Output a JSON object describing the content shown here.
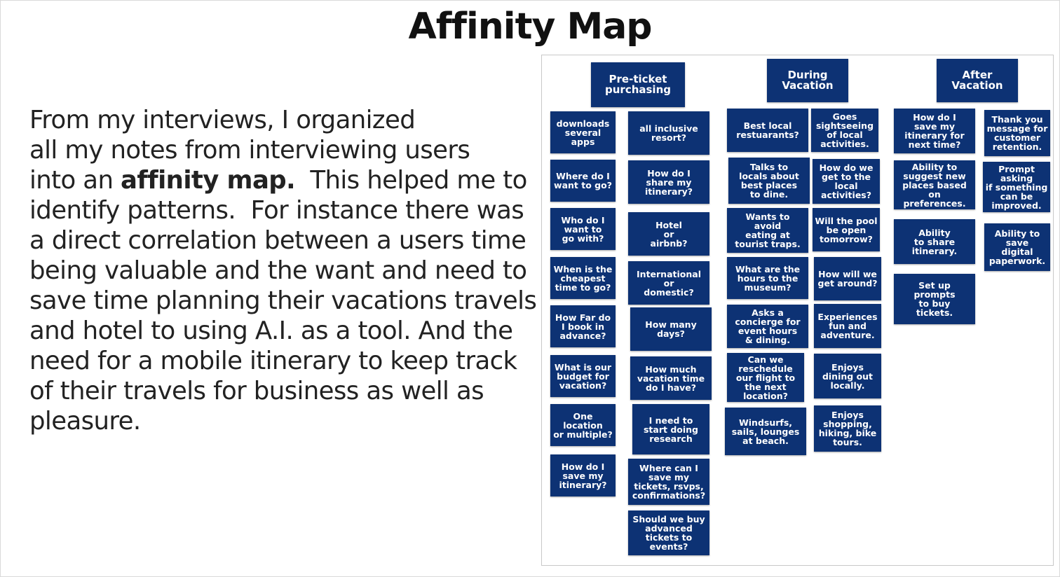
{
  "title": "Affinity Map",
  "paragraph": {
    "l1": "From my interviews, I organized",
    "l2": "all my notes from interviewing users",
    "l3_pre": "into an ",
    "l3_bold": "affinity map.",
    "l3_post": "  This helped me to",
    "l4": "identify patterns.  For instance there was",
    "l5": "a direct correlation between a users time",
    "l6": "being valuable and the want and need to",
    "l7": "save time planning their vacations travels",
    "l8": "and hotel to using A.I. as a tool. And the",
    "l9": "need for a mobile itinerary to keep track",
    "l10": "of their travels for business as well as",
    "l11": "pleasure."
  },
  "headers": [
    "Pre-ticket\npurchasing",
    "During\nVacation",
    "After\nVacation"
  ],
  "notes": [
    "downloads\nseveral apps",
    "Where do I\nwant to go?",
    "Who do I\nwant to\ngo with?",
    "When is the\ncheapest\ntime to go?",
    "How Far do\nI book in\nadvance?",
    "What is our\nbudget for\nvacation?",
    "One location\nor multiple?",
    "How do I\nsave my\nitinerary?",
    "all inclusive\nresort?",
    "How do I\nshare my\nitinerary?",
    "Hotel\nor\nairbnb?",
    "International\nor\ndomestic?",
    "How many\ndays?",
    "How much\nvacation time\ndo I have?",
    "I need to\nstart doing\nresearch",
    "Where can I\nsave my\ntickets, rsvps,\nconfirmations?",
    "Should we buy\nadvanced\ntickets to\nevents?",
    "Best local\nrestuarants?",
    "Talks to\nlocals about\nbest places\nto dine.",
    "Wants to\navoid\neating at\ntourist traps.",
    "What are the\nhours to the\nmuseum?",
    "Asks a\nconcierge for\nevent hours\n& dining.",
    "Can we\nreschedule\nour flight to\nthe next\nlocation?",
    "Windsurfs,\nsails, lounges\nat beach.",
    "Goes\nsightseeing\nof local\nactivities.",
    "How do we\nget to the\nlocal\nactivities?",
    "Will the pool\nbe open\ntomorrow?",
    "How will we\nget around?",
    "Experiences\nfun and\nadventure.",
    "Enjoys\ndining out\nlocally.",
    "Enjoys\nshopping,\nhiking, bike\ntours.",
    "How do I\nsave my\nitinerary for\nnext time?",
    "Ability to\nsuggest new\nplaces based\non preferences.",
    "Ability\nto share\nitinerary.",
    "Set up\nprompts\nto buy\ntickets.",
    "Thank you\nmessage for\ncustomer\nretention.",
    "Prompt\nasking\nif something\ncan be\nimproved.",
    "Ability to\nsave\ndigital\npaperwork."
  ],
  "colors": {
    "note_bg": "#0d3274",
    "note_text": "#ffffff"
  }
}
